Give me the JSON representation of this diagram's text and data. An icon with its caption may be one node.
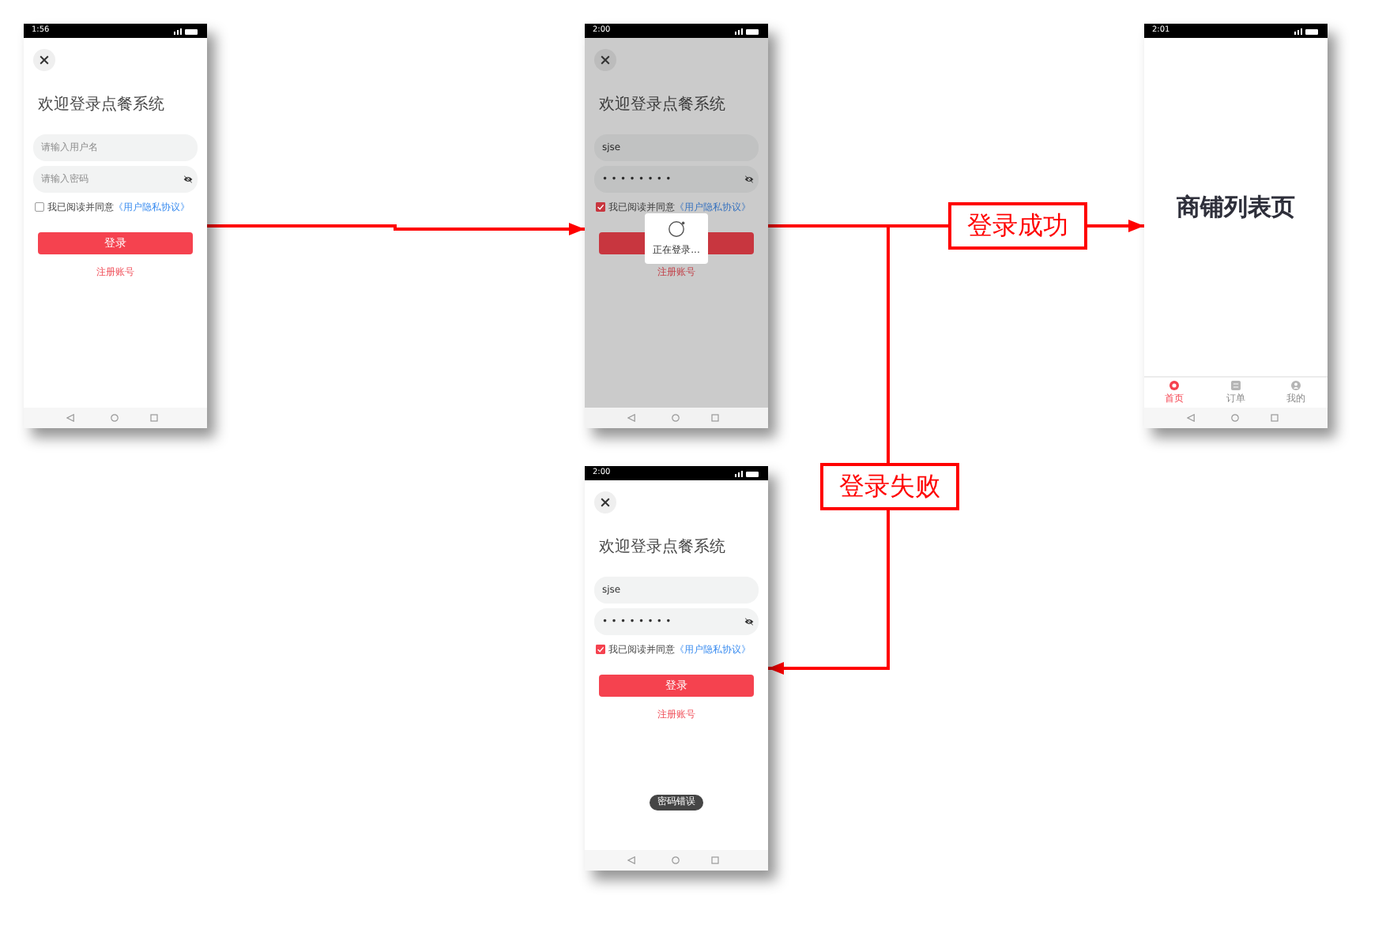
{
  "diagram": {
    "nodes": [
      {
        "text": [
          "1:56",
          "欢迎登录点餐系统",
          "请输入用户名",
          "请输入密码",
          "我已阅读并同意",
          "《用户隐私协议》",
          "登录",
          "注册账号"
        ]
      },
      {
        "text": [
          "2:00",
          "欢迎登录点餐系统",
          "sjse",
          "••••••••",
          "我已阅读并同意",
          "《用户隐私协议》",
          "注册账号"
        ]
      },
      {
        "text": [
          "正在登录..."
        ],
        "in": 1
      },
      {
        "text": [
          "2:01",
          "商铺列表页",
          "首页",
          "订单",
          "我的"
        ]
      },
      {
        "text": [
          "2:00",
          "欢迎登录点餐系统",
          "sjse",
          "••••••••",
          "我已阅读并同意",
          "《用户隐私协议》",
          "登录",
          "注册账号"
        ]
      },
      {
        "text": [
          "密码错误"
        ],
        "in": 4
      }
    ],
    "edges": [
      {
        "from": 0,
        "to": 1,
        "arrow": "to"
      },
      {
        "from": 1,
        "to": 3,
        "arrow": "to",
        "label": "登录成功"
      },
      {
        "from": 1,
        "to": 4,
        "arrow": "to",
        "label": "登录失败"
      }
    ]
  }
}
